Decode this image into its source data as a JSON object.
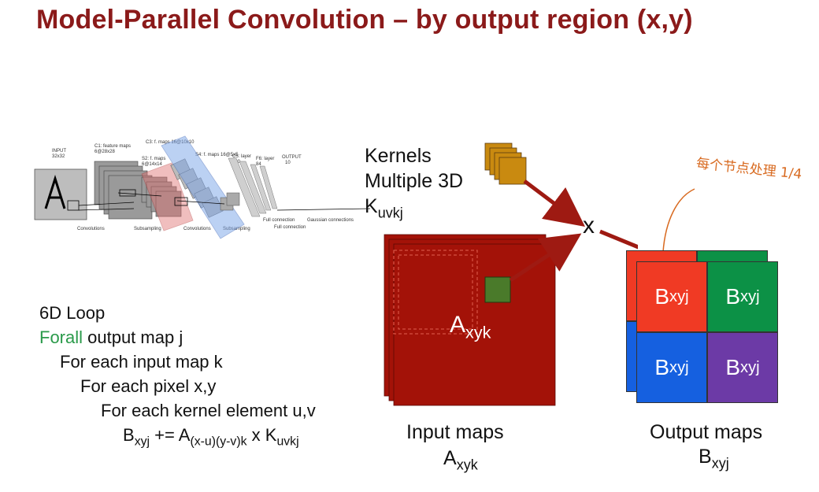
{
  "title": "Model-Parallel Convolution – by output region (x,y)",
  "kernels": {
    "line1": "Kernels",
    "line2": "Multiple 3D",
    "k_base": "K",
    "k_sub": "uvkj"
  },
  "multiply_symbol": "x",
  "annotation": "每个节点处理 1/4",
  "input_block": {
    "label_base": "A",
    "label_sub": "xyk",
    "caption": "Input maps",
    "caption_base": "A",
    "caption_sub": "xyk"
  },
  "output_block": {
    "cells": [
      {
        "base": "B",
        "sub": "xyj",
        "color": "#f03a24"
      },
      {
        "base": "B",
        "sub": "xyj",
        "color": "#0c9146"
      },
      {
        "base": "B",
        "sub": "xyj",
        "color": "#1560e0"
      },
      {
        "base": "B",
        "sub": "xyj",
        "color": "#6c3aa6"
      }
    ],
    "caption": "Output maps",
    "caption_base": "B",
    "caption_sub": "xyj"
  },
  "loop": {
    "l1": "6D Loop",
    "l2_kw": "Forall",
    "l2_rest": " output map j",
    "l3": "For each input map k",
    "l4": "For each pixel x,y",
    "l5": "For each kernel element u,v",
    "l6": {
      "b": "B",
      "b_sub": "xyj",
      "op": " += A",
      "a_sub": "(x-u)(y-v)k",
      "x": " x K",
      "k_sub": "uvkj"
    }
  },
  "lenet": {
    "input": "INPUT",
    "input_size": "32x32",
    "c1": "C1: feature maps",
    "c1_size": "6@28x28",
    "s2": "S2: f. maps",
    "s2_size": "6@14x14",
    "c3": "C3: f. maps 16@10x10",
    "s4": "S4: f. maps 16@5x5",
    "c5": "C5: layer",
    "c5_size": "120",
    "f6": "F6: layer",
    "f6_size": "84",
    "output": "OUTPUT",
    "output_size": "10",
    "convolutions": "Convolutions",
    "subsampling": "Subsampling",
    "convolutions2": "Convolutions",
    "subsampling2": "Subsampling",
    "full1": "Full connection",
    "full2": "Full connection",
    "gaussian": "Gaussian connections"
  },
  "colors": {
    "title": "#8b1a1a",
    "input_red": "#a31208",
    "kernel_orange": "#c98a10",
    "pixel_green": "#4a7a2a",
    "arrow": "#9e1a12",
    "forall_green": "#2a9a4a",
    "annotation_orange": "#d86a20"
  }
}
